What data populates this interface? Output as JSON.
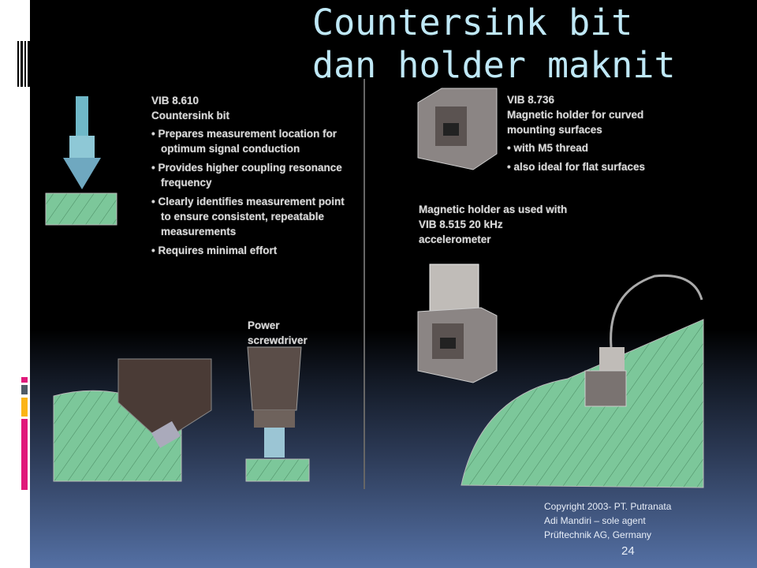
{
  "slide": {
    "title": "Countersink bit\ndan holder maknit",
    "page_number": "24",
    "footer": [
      "Copyright 2003- PT. Putranata",
      "Adi Mandiri – sole agent",
      "Prüftechnik AG, Germany"
    ],
    "left_panel": {
      "code": "VIB 8.610",
      "name": "Countersink bit",
      "bullets": [
        "Prepares measurement location for optimum signal conduction",
        "Provides higher coupling resonance frequency",
        "Clearly identifies measurement point to ensure consistent, repeatable measurements",
        "Requires minimal effort"
      ],
      "tool_label": "Power screwdriver"
    },
    "right_panel": {
      "code": "VIB 8.736",
      "name": "Magnetic holder for curved mounting surfaces",
      "bullets": [
        "with M5 thread",
        "also ideal for flat surfaces"
      ],
      "caption": "Magnetic holder as used with VIB 8.515 20 kHz accelerometer"
    },
    "colors": {
      "title": "#bfe8f6",
      "accent_pink": "#e0197a",
      "accent_gray": "#4f5b66",
      "accent_yellow": "#fbb416",
      "surface_green": "#7cc79a"
    }
  }
}
